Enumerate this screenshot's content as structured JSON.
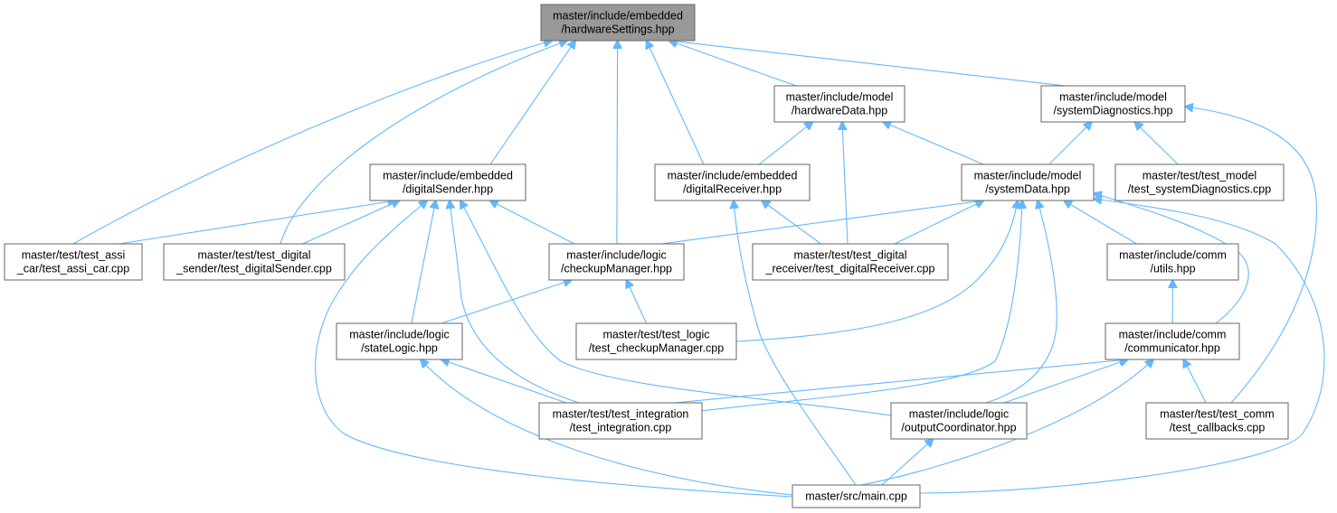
{
  "diagram": {
    "colors": {
      "edge": "#63b8ff",
      "node_border": "#666666",
      "root_fill": "#999999",
      "node_fill": "#ffffff"
    },
    "nodes": [
      {
        "id": "hwSettings",
        "lines": [
          "master/include/embedded",
          "/hardwareSettings.hpp"
        ],
        "root": true
      },
      {
        "id": "hwData",
        "lines": [
          "master/include/model",
          "/hardwareData.hpp"
        ]
      },
      {
        "id": "sysDiag",
        "lines": [
          "master/include/model",
          "/systemDiagnostics.hpp"
        ]
      },
      {
        "id": "digSender",
        "lines": [
          "master/include/embedded",
          "/digitalSender.hpp"
        ]
      },
      {
        "id": "digReceiver",
        "lines": [
          "master/include/embedded",
          "/digitalReceiver.hpp"
        ]
      },
      {
        "id": "sysData",
        "lines": [
          "master/include/model",
          "/systemData.hpp"
        ]
      },
      {
        "id": "testModel",
        "lines": [
          "master/test/test_model",
          "/test_systemDiagnostics.cpp"
        ]
      },
      {
        "id": "testAssi",
        "lines": [
          "master/test/test_assi",
          "_car/test_assi_car.cpp"
        ]
      },
      {
        "id": "testDigSender",
        "lines": [
          "master/test/test_digital",
          "_sender/test_digitalSender.cpp"
        ]
      },
      {
        "id": "checkup",
        "lines": [
          "master/include/logic",
          "/checkupManager.hpp"
        ]
      },
      {
        "id": "testDigReceiver",
        "lines": [
          "master/test/test_digital",
          "_receiver/test_digitalReceiver.cpp"
        ]
      },
      {
        "id": "utils",
        "lines": [
          "master/include/comm",
          "/utils.hpp"
        ]
      },
      {
        "id": "stateLogic",
        "lines": [
          "master/include/logic",
          "/stateLogic.hpp"
        ]
      },
      {
        "id": "testLogic",
        "lines": [
          "master/test/test_logic",
          "/test_checkupManager.cpp"
        ]
      },
      {
        "id": "communicator",
        "lines": [
          "master/include/comm",
          "/communicator.hpp"
        ]
      },
      {
        "id": "testIntegration",
        "lines": [
          "master/test/test_integration",
          "/test_integration.cpp"
        ]
      },
      {
        "id": "outputCoord",
        "lines": [
          "master/include/logic",
          "/outputCoordinator.hpp"
        ]
      },
      {
        "id": "testComm",
        "lines": [
          "master/test/test_comm",
          "/test_callbacks.cpp"
        ]
      },
      {
        "id": "main",
        "lines": [
          "master/src/main.cpp"
        ]
      }
    ],
    "edges": [
      {
        "from": "hwData",
        "to": "hwSettings"
      },
      {
        "from": "sysDiag",
        "to": "hwSettings"
      },
      {
        "from": "digSender",
        "to": "hwSettings"
      },
      {
        "from": "digReceiver",
        "to": "hwSettings"
      },
      {
        "from": "checkup",
        "to": "hwSettings"
      },
      {
        "from": "testAssi",
        "to": "hwSettings"
      },
      {
        "from": "testDigSender",
        "to": "hwSettings"
      },
      {
        "from": "digReceiver",
        "to": "hwData"
      },
      {
        "from": "sysData",
        "to": "hwData"
      },
      {
        "from": "testDigReceiver",
        "to": "hwData"
      },
      {
        "from": "sysData",
        "to": "sysDiag"
      },
      {
        "from": "testModel",
        "to": "sysDiag"
      },
      {
        "from": "testComm",
        "to": "sysDiag"
      },
      {
        "from": "testAssi",
        "to": "digSender"
      },
      {
        "from": "testDigSender",
        "to": "digSender"
      },
      {
        "from": "checkup",
        "to": "digSender"
      },
      {
        "from": "stateLogic",
        "to": "digSender"
      },
      {
        "from": "testIntegration",
        "to": "digSender"
      },
      {
        "from": "outputCoord",
        "to": "digSender"
      },
      {
        "from": "main",
        "to": "digSender"
      },
      {
        "from": "testDigReceiver",
        "to": "digReceiver"
      },
      {
        "from": "main",
        "to": "digReceiver"
      },
      {
        "from": "checkup",
        "to": "sysData"
      },
      {
        "from": "testDigReceiver",
        "to": "sysData"
      },
      {
        "from": "testLogic",
        "to": "sysData"
      },
      {
        "from": "testIntegration",
        "to": "sysData"
      },
      {
        "from": "outputCoord",
        "to": "sysData"
      },
      {
        "from": "utils",
        "to": "sysData"
      },
      {
        "from": "communicator",
        "to": "sysData"
      },
      {
        "from": "main",
        "to": "sysData"
      },
      {
        "from": "stateLogic",
        "to": "checkup"
      },
      {
        "from": "testLogic",
        "to": "checkup"
      },
      {
        "from": "communicator",
        "to": "utils"
      },
      {
        "from": "testIntegration",
        "to": "stateLogic"
      },
      {
        "from": "main",
        "to": "stateLogic"
      },
      {
        "from": "testIntegration",
        "to": "communicator"
      },
      {
        "from": "outputCoord",
        "to": "communicator"
      },
      {
        "from": "testComm",
        "to": "communicator"
      },
      {
        "from": "main",
        "to": "communicator"
      },
      {
        "from": "main",
        "to": "outputCoord"
      }
    ]
  }
}
